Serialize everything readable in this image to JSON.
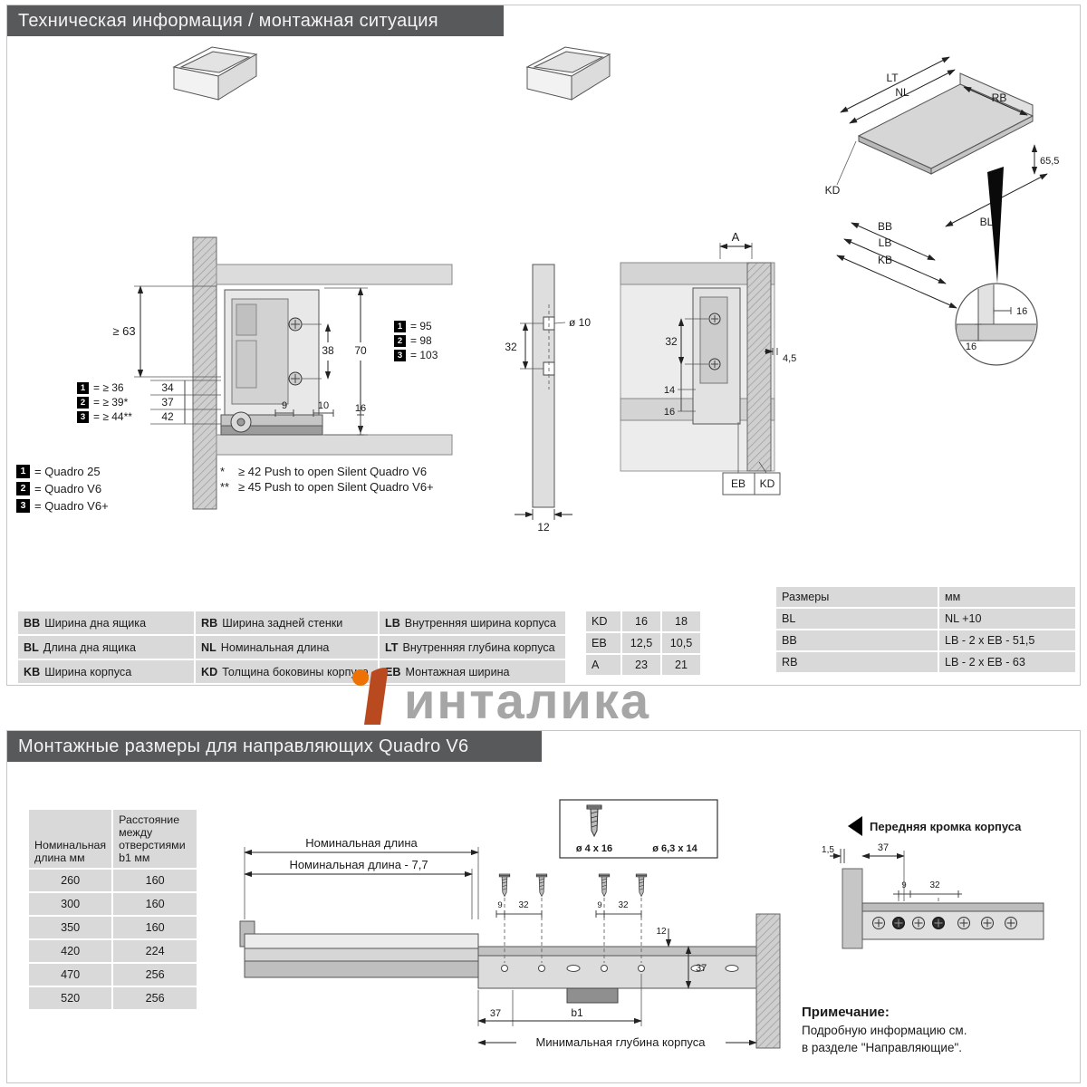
{
  "colors": {
    "header_bar": "#58595b",
    "table_cell": "#d9d9d9",
    "logo_orange": "#ee7203",
    "logo_dark": "#b9491e",
    "watermark_text": "#a6a6a6"
  },
  "section1": {
    "title": "Техническая информация / монтажная ситуация",
    "cross_section": {
      "dim_ge63": "≥ 63",
      "stack_dims": [
        "34",
        "37",
        "42"
      ],
      "marker_rows": [
        {
          "num": "1",
          "text": "= ≥ 36"
        },
        {
          "num": "2",
          "text": "= ≥ 39*"
        },
        {
          "num": "3",
          "text": "= ≥ 44**"
        }
      ],
      "dim_38": "38",
      "dim_70": "70",
      "dim_9": "9",
      "dim_10": "10",
      "dim_16": "16",
      "height_rows": [
        {
          "num": "1",
          "text": "= 95"
        },
        {
          "num": "2",
          "text": "= 98"
        },
        {
          "num": "3",
          "text": "= 103"
        }
      ]
    },
    "legend": [
      {
        "num": "1",
        "text": "= Quadro 25"
      },
      {
        "num": "2",
        "text": "= Quadro V6"
      },
      {
        "num": "3",
        "text": "= Quadro V6+"
      }
    ],
    "footnotes": [
      {
        "sym": "*",
        "text": "≥ 42 Push to open Silent Quadro V6"
      },
      {
        "sym": "**",
        "text": "≥ 45 Push to open Silent Quadro V6+"
      }
    ],
    "hole_bar": {
      "dim_32": "32",
      "dim_d10": "ø 10",
      "dim_12": "12"
    },
    "mount_section": {
      "dim_a": "A",
      "dim_32": "32",
      "dim_14": "14",
      "dim_16": "16",
      "dim_45": "4,5",
      "eb": "EB",
      "kd": "KD"
    },
    "iso": {
      "lt": "LT",
      "nl": "NL",
      "rb": "RB",
      "h": "65,5",
      "kd": "KD",
      "bb": "BB",
      "lb": "LB",
      "kb": "KB",
      "bl": "BL",
      "d16a": "16",
      "d16b": "16"
    },
    "glossary": [
      {
        "code": "BB",
        "desc": "Ширина дна ящика"
      },
      {
        "code": "RB",
        "desc": "Ширина задней стенки"
      },
      {
        "code": "LB",
        "desc": "Внутренняя ширина корпуса"
      },
      {
        "code": "BL",
        "desc": "Длина дна ящика"
      },
      {
        "code": "NL",
        "desc": "Номинальная длина"
      },
      {
        "code": "LT",
        "desc": "Внутренняя глубина корпуса"
      },
      {
        "code": "KB",
        "desc": "Ширина корпуса"
      },
      {
        "code": "KD",
        "desc": "Толщина боковины корпуса"
      },
      {
        "code": "EB",
        "desc": "Монтажная ширина"
      }
    ],
    "kd_table": [
      {
        "label": "KD",
        "v1": "16",
        "v2": "18"
      },
      {
        "label": "EB",
        "v1": "12,5",
        "v2": "10,5"
      },
      {
        "label": "A",
        "v1": "23",
        "v2": "21"
      }
    ],
    "sizes_table": {
      "h1": "Размеры",
      "h2": "мм",
      "rows": [
        {
          "c1": "BL",
          "c2": "NL +10"
        },
        {
          "c1": "BB",
          "c2": "LB - 2 x EB - 51,5"
        },
        {
          "c1": "RB",
          "c2": "LB - 2 x EB - 63"
        }
      ]
    }
  },
  "watermark": {
    "text": "инталика"
  },
  "section2": {
    "title": "Монтажные размеры для направляющих Quadro V6",
    "length_table": {
      "h1_lines": [
        "Номинальная",
        "длина мм"
      ],
      "h2_lines": [
        "Расстояние",
        "между",
        "отверстиями",
        "b1 мм"
      ],
      "rows": [
        {
          "len": "260",
          "dist": "160"
        },
        {
          "len": "300",
          "dist": "160"
        },
        {
          "len": "350",
          "dist": "160"
        },
        {
          "len": "420",
          "dist": "224"
        },
        {
          "len": "470",
          "dist": "256"
        },
        {
          "len": "520",
          "dist": "256"
        }
      ]
    },
    "screws": {
      "s1": "ø 4 x 16",
      "s2": "ø 6,3 x 14"
    },
    "rail": {
      "nominal": "Номинальная длина",
      "nominal_minus": "Номинальная длина - 7,7",
      "d9a": "9",
      "d32a": "32",
      "d9b": "9",
      "d32b": "32",
      "d12": "12",
      "d37v": "37",
      "d37b": "37",
      "b1": "b1",
      "min_depth": "Минимальная глубина корпуса"
    },
    "front_edge": {
      "label": "Передняя кромка корпуса",
      "d15": "1,5",
      "d37": "37",
      "d9": "9",
      "d32": "32"
    },
    "note": {
      "title": "Примечание:",
      "line1": "Подробную информацию см.",
      "line2": "в разделе \"Направляющие\"."
    }
  }
}
